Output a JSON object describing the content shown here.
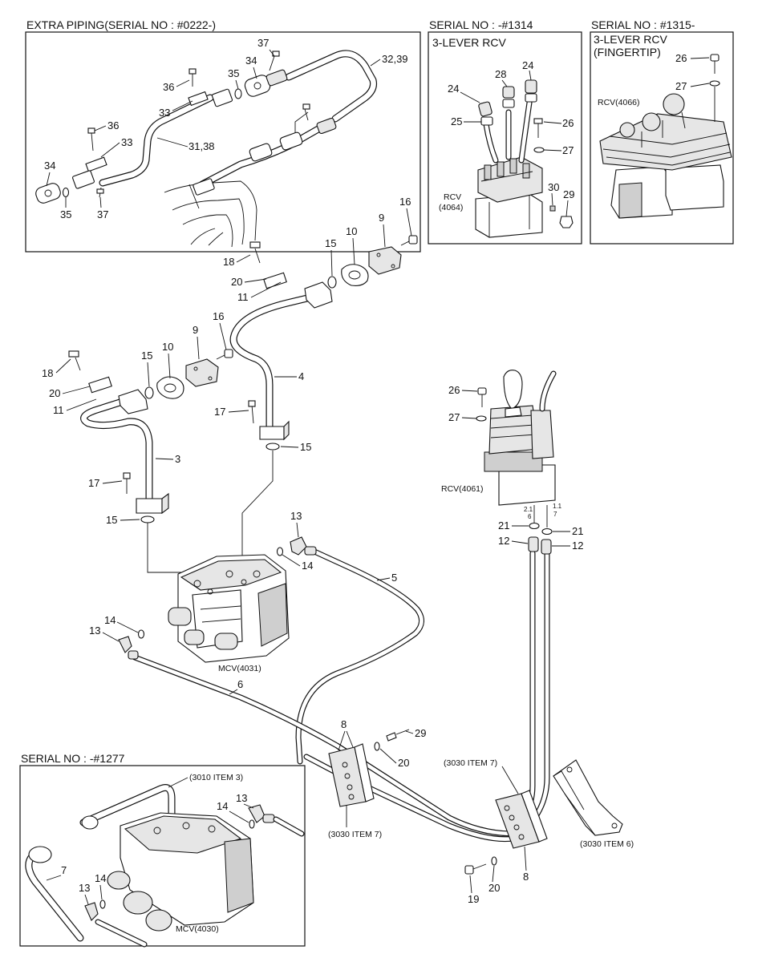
{
  "panels": {
    "extra_piping": {
      "title": "EXTRA PIPING(SERIAL NO : #0222-)"
    },
    "rcv_1314": {
      "title": "SERIAL NO : -#1314",
      "subtitle": "3-LEVER RCV",
      "rcv_label_line1": "RCV",
      "rcv_label_line2": "(4064)"
    },
    "rcv_1315": {
      "title": "SERIAL NO : #1315-",
      "subtitle_line1": "3-LEVER RCV",
      "subtitle_line2": "(FINGERTIP)",
      "rcv_label": "RCV(4066)"
    },
    "serial_1277": {
      "title": "SERIAL NO : -#1277",
      "ref_top": "(3010 ITEM 3)",
      "mcv_label": "MCV(4030)"
    }
  },
  "main_labels": {
    "mcv": "MCV(4031)",
    "rcv": "RCV(4061)",
    "ref_3030_item7_a": "(3030 ITEM 7)",
    "ref_3030_item7_b": "(3030 ITEM 7)",
    "ref_3030_item6": "(3030 ITEM 6)",
    "port_a": "2.1",
    "port_a2": "6",
    "port_b": "1.1",
    "port_b2": "7"
  },
  "callouts": {
    "ep": [
      "37",
      "34",
      "35",
      "36",
      "33",
      "36",
      "33",
      "31,38",
      "32,39",
      "34",
      "35",
      "37"
    ],
    "r1314": [
      "24",
      "28",
      "24",
      "25",
      "26",
      "27",
      "30",
      "29"
    ],
    "r1315": [
      "26",
      "27"
    ],
    "main": [
      "16",
      "9",
      "10",
      "15",
      "18",
      "20",
      "11",
      "4",
      "9",
      "16",
      "10",
      "15",
      "18",
      "20",
      "11",
      "17",
      "15",
      "3",
      "17",
      "15",
      "13",
      "14",
      "5",
      "14",
      "13",
      "6",
      "26",
      "27",
      "21",
      "21",
      "12",
      "12",
      "8",
      "29",
      "20",
      "8",
      "19",
      "20"
    ],
    "s1277": [
      "13",
      "14",
      "7",
      "14",
      "13"
    ]
  }
}
